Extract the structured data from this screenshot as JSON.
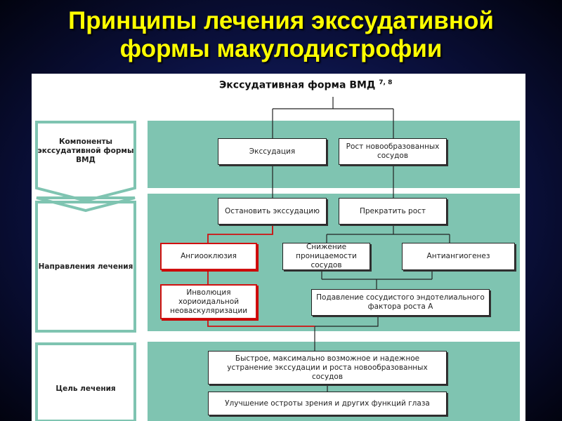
{
  "title": {
    "line1": "Принципы лечения экссудативной",
    "line2": "формы макулодистрофии"
  },
  "diagram": {
    "header": "Экссудативная форма ВМД",
    "header_refs": "7, 8",
    "row_labels": [
      "Компоненты экссудативной формы ВМД",
      "Направления лечения",
      "Цель лечения"
    ],
    "boxes": {
      "exudation": "Экссудация",
      "growth": "Рост новообразованных сосудов",
      "stop_exudation": "Остановить экссудацию",
      "stop_growth": "Прекратить рост",
      "angioocclusion": "Ангиооклюзия",
      "permeability": "Снижение проницаемости сосудов",
      "antiangiogenesis": "Антиангиогенез",
      "involution": "Инволюция хориоидальной неоваскуляризации",
      "vegf": "Подавление сосудистого эндотелиального фактора роста А",
      "goal1": "Быстрое, максимально возможное и надежное устранение экссудации и роста новообразованных сосудов",
      "goal2": "Улучшение остроты зрения и других функций глаза"
    },
    "colors": {
      "band": "#7fc4b1",
      "highlight": "#d01010",
      "title": "#ffff00"
    }
  }
}
